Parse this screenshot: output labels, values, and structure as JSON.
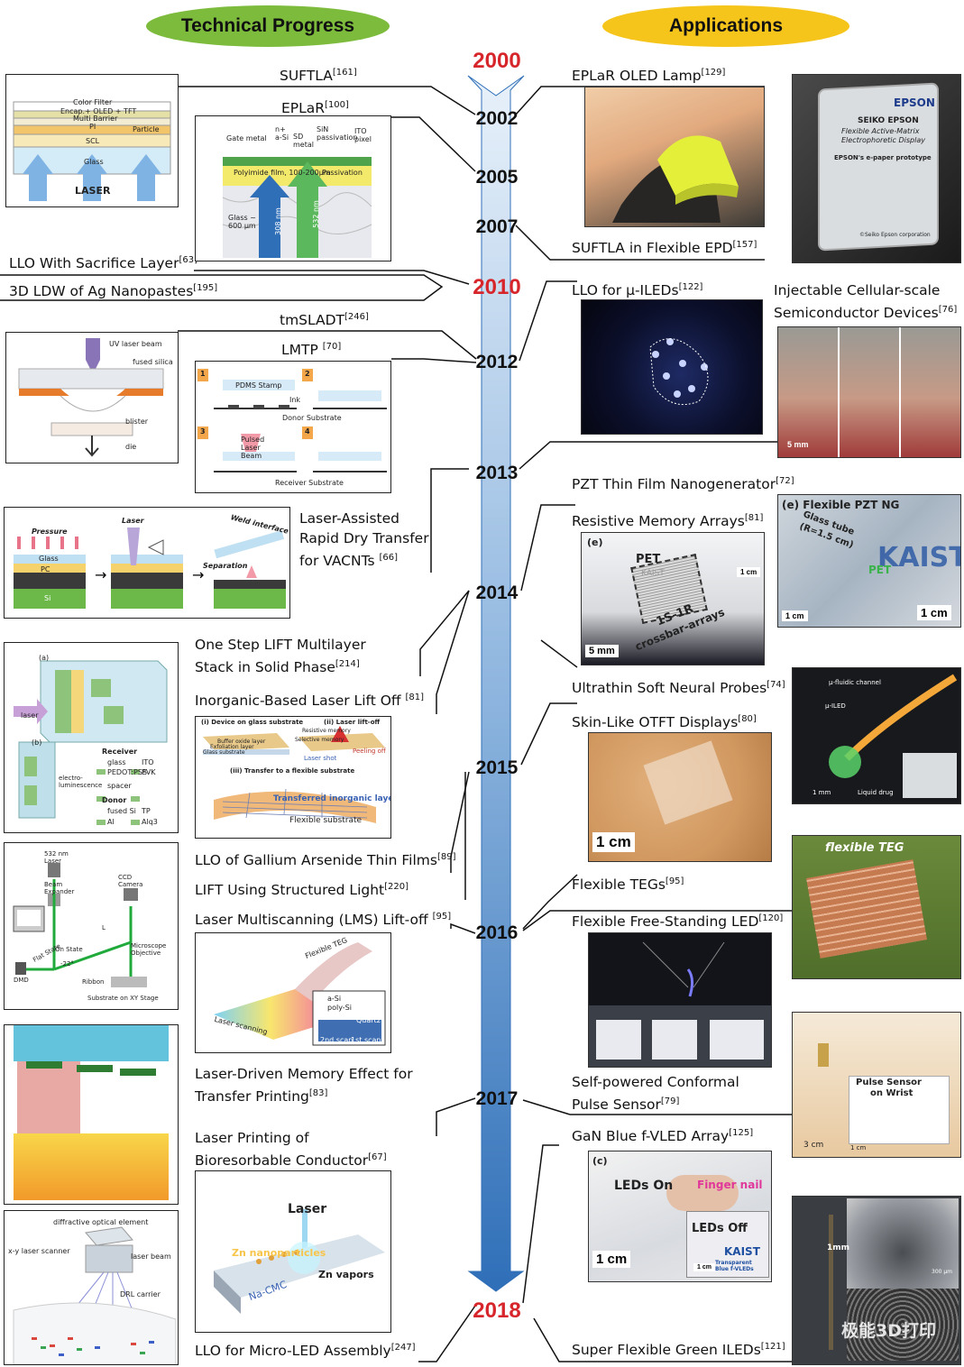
{
  "headers": {
    "left": "Technical Progress",
    "right": "Applications"
  },
  "colors": {
    "left_pill": "#7dbb3c",
    "right_pill": "#f5c51b",
    "year_red": "#d7262b",
    "arrow_top": "#dbe9f6",
    "arrow_bottom": "#2f6fb8"
  },
  "years": [
    "2000",
    "2002",
    "2005",
    "2007",
    "2010",
    "2012",
    "2013",
    "2014",
    "2015",
    "2016",
    "2017",
    "2018"
  ],
  "left_labels": [
    {
      "text": "SUFTLA",
      "ref": "[161]"
    },
    {
      "text": "EPLaR",
      "ref": "[100]"
    },
    {
      "text": "LLO With Sacrifice Layer",
      "ref": "[63]"
    },
    {
      "text": "3D LDW of Ag Nanopastes",
      "ref": "[195]"
    },
    {
      "text": "tmSLADT",
      "ref": "[246]"
    },
    {
      "text": "LMTP ",
      "ref": "[70]"
    },
    {
      "text": "Laser-Assisted\nRapid Dry Transfer\nfor VACNTs ",
      "ref": "[66]"
    },
    {
      "text": "One Step LIFT Multilayer\nStack in Solid Phase",
      "ref": "[214]"
    },
    {
      "text": "Inorganic-Based Laser Lift Off ",
      "ref": "[81]"
    },
    {
      "text": "LLO of Gallium Arsenide Thin Films",
      "ref": "[89]"
    },
    {
      "text": "LIFT Using Structured Light",
      "ref": "[220]"
    },
    {
      "text": "Laser Multiscanning (LMS) Lift-off ",
      "ref": "[95]"
    },
    {
      "text": "Laser-Driven Memory Effect for\nTransfer Printing",
      "ref": "[83]"
    },
    {
      "text": "Laser Printing of\nBioresorbable Conductor",
      "ref": "[67]"
    },
    {
      "text": "LLO for Micro-LED Assembly",
      "ref": "[247]"
    }
  ],
  "right_labels": [
    {
      "text": "EPLaR OLED Lamp",
      "ref": "[129]"
    },
    {
      "text": "SUFTLA in Flexible EPD",
      "ref": "[157]"
    },
    {
      "text": "LLO for μ-ILEDs",
      "ref": "[122]"
    },
    {
      "text": "Injectable Cellular-scale\nSemiconductor Devices",
      "ref": "[76]"
    },
    {
      "text": "PZT Thin Film Nanogenerator",
      "ref": "[72]"
    },
    {
      "text": "Resistive Memory Arrays",
      "ref": "[81]"
    },
    {
      "text": "Ultrathin Soft Neural Probes",
      "ref": "[74]"
    },
    {
      "text": "Skin-Like OTFT Displays",
      "ref": "[80]"
    },
    {
      "text": "Flexible TEGs",
      "ref": "[95]"
    },
    {
      "text": "Flexible Free-Standing LED",
      "ref": "[120]"
    },
    {
      "text": "Self-powered Conformal\nPulse Sensor",
      "ref": "[79]"
    },
    {
      "text": "GaN Blue f-VLED Array",
      "ref": "[125]"
    },
    {
      "text": "Super Flexible Green ILEDs",
      "ref": "[121]"
    }
  ],
  "panel_text": {
    "suftla": [
      "Color Filter",
      "Encap.+ OLED + TFT",
      "Multi Barrier",
      "PI",
      "Particle",
      "SCL",
      "Glass",
      "LASER"
    ],
    "eplar": [
      "Gate metal",
      "n+ a-Si",
      "SD metal",
      "SiN passivation",
      "ITO pixel",
      "Polyimide film, 100-200μm",
      "Passivation",
      "Glass ~ 600 μm",
      "308 nm",
      "532 nm"
    ],
    "tmsladt": [
      "UV laser beam",
      "fused silica",
      "blister",
      "die"
    ],
    "lmtp": [
      "1",
      "2",
      "3",
      "4",
      "PDMS Stamp",
      "Ink",
      "Donor Substrate",
      "Pulsed Laser Beam",
      "Receiver Substrate"
    ],
    "vacnt": [
      "Pressure",
      "Glass",
      "PC",
      "Si",
      "Laser",
      "Separation",
      "Weld interface"
    ],
    "lift_multi": [
      "(a)",
      "laser",
      "(b)",
      "Receiver",
      "glass",
      "ITO",
      "PEDOT:PSS",
      "PVK",
      "spacer",
      "electro-luminescence",
      "Donor",
      "fused Si",
      "TP",
      "Al",
      "Alq3"
    ],
    "inorganic": [
      "(i) Device on glass substrate",
      "(ii) Laser lift-off",
      "Resistive memory",
      "Selective memory",
      "Buffer oxide layer",
      "Exfoliation layer",
      "Glass substrate",
      "Laser shot",
      "Peeling off",
      "(iii) Transfer to a flexible substrate",
      "Transferred inorganic layer",
      "Flexible substrate"
    ],
    "structured": [
      "532 nm Laser",
      "Beam Expander",
      "CCD Camera",
      "Microscope Objective",
      "Flat State",
      "On State",
      "-22°",
      "DMD",
      "Ribbon",
      "Substrate on XY Stage",
      "L"
    ],
    "lms": [
      "Flexible TEG",
      "a-Si",
      "poly-Si",
      "Quartz",
      "Laser scanning",
      "2nd scan",
      "1st scan"
    ],
    "bioresorbable": [
      "Laser",
      "Zn nanoparticles",
      "Zn vapors",
      "Na-CMC"
    ],
    "micro_led": [
      "diffractive optical element",
      "x-y laser scanner",
      "laser beam",
      "DRL carrier"
    ],
    "epd": [
      "EPSON",
      "SEIKO EPSON",
      "Flexible Active-Matrix",
      "Electrophoretic Display",
      "EPSON's e-paper prototype",
      "©Seiko Epson corporation"
    ],
    "injectable": [
      "5 mm"
    ],
    "pzt": [
      "(e) Flexible PZT NG",
      "Glass tube",
      "(R=1.5 cm)",
      "KAIST",
      "PET",
      "1 cm",
      "1 cm"
    ],
    "memory": [
      "(e)",
      "PET",
      "KAIST",
      "1S-1R",
      "crossbar-arrays",
      "1 cm",
      "5 mm"
    ],
    "neural": [
      "μ-fluidic channel",
      "μ-ILED",
      "1 mm",
      "Liquid drug"
    ],
    "otft": [
      "1 cm"
    ],
    "teg": [
      "flexible TEG"
    ],
    "pulse": [
      "Pulse Sensor",
      "on Wrist",
      "3 cm",
      "1 cm"
    ],
    "vled": [
      "(c)",
      "LEDs On",
      "Finger nail",
      "LEDs Off",
      "1 cm",
      "1 cm",
      "Transparent Blue f-VLEDs",
      "KAIST"
    ],
    "green": [
      "1mm",
      "300 μm"
    ],
    "watermark": "极能3D打印"
  }
}
